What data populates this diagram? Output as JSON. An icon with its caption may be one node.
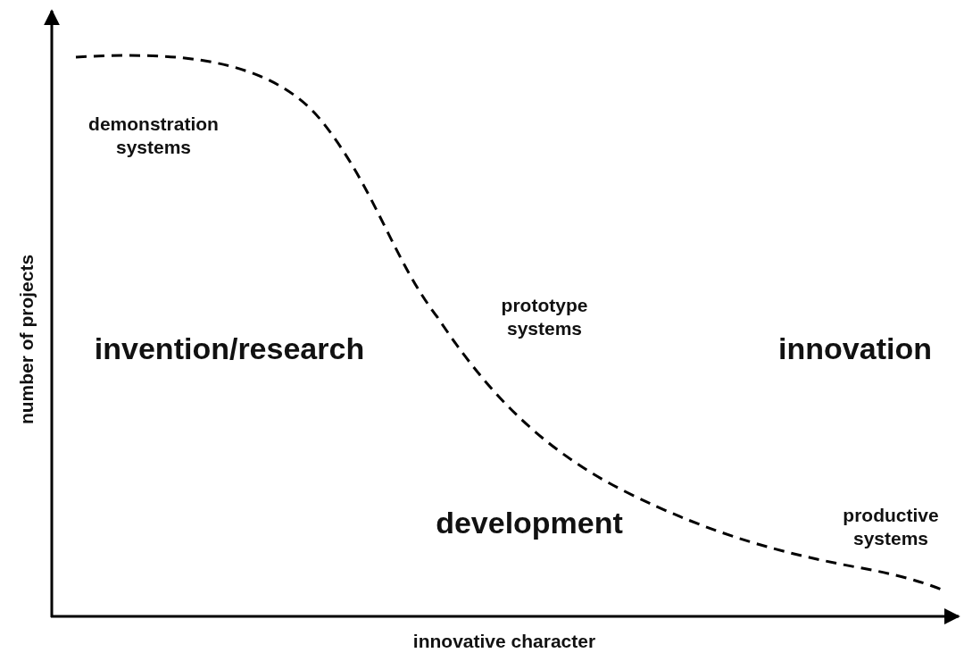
{
  "diagram": {
    "labels": [
      "demonstration systems",
      "prototype systems",
      "invention/research",
      "innovation",
      "number of projects",
      "development",
      "productive systems",
      "innovative character"
    ]
  }
}
